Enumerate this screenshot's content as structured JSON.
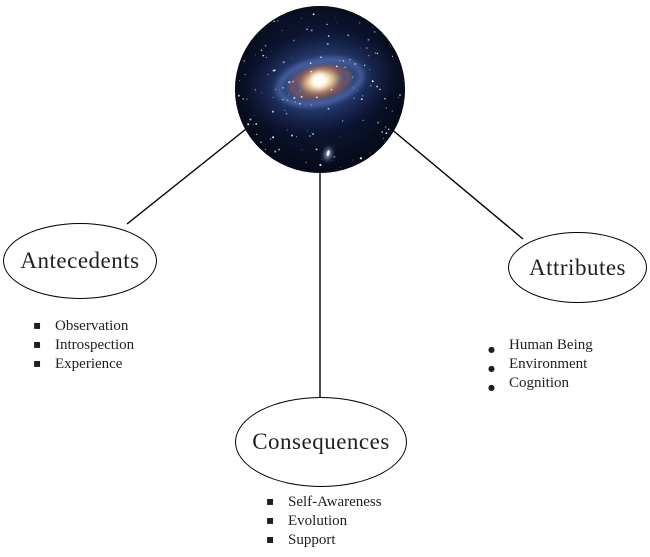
{
  "diagram": {
    "center_image": "spiral-galaxy-image",
    "nodes": [
      {
        "id": "antecedents",
        "label": "Antecedents",
        "bullet": "square",
        "items": [
          "Observation",
          "Introspection",
          "Experience"
        ]
      },
      {
        "id": "attributes",
        "label": "Attributes",
        "bullet": "disc",
        "items": [
          "Human Being",
          "Environment",
          "Cognition"
        ]
      },
      {
        "id": "consequences",
        "label": "Consequences",
        "bullet": "square",
        "items": [
          "Self-Awareness",
          "Evolution",
          "Support"
        ]
      }
    ],
    "colors": {
      "background": "#ffffff",
      "line": "#000000",
      "ellipse_border": "#000000",
      "text": "#1f1f1f",
      "galaxy_core": "#fff3d8",
      "galaxy_dust": "#a05532",
      "galaxy_arms": "#4a6fb5",
      "galaxy_space": "#070b18"
    }
  }
}
